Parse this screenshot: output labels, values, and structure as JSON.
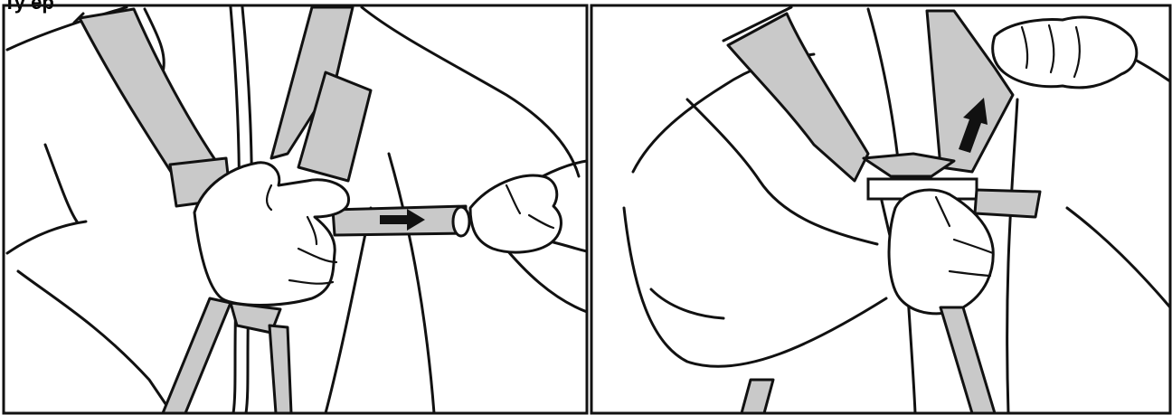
{
  "header": {
    "top_text": "Ty  ep"
  },
  "colors": {
    "strap": "#c9c9c9",
    "outline": "#111111",
    "background": "#ffffff",
    "arrow": "#111111"
  },
  "panels": [
    {
      "name": "left-panel",
      "arrow_direction": "right"
    },
    {
      "name": "right-panel",
      "arrow_direction": "up"
    }
  ]
}
